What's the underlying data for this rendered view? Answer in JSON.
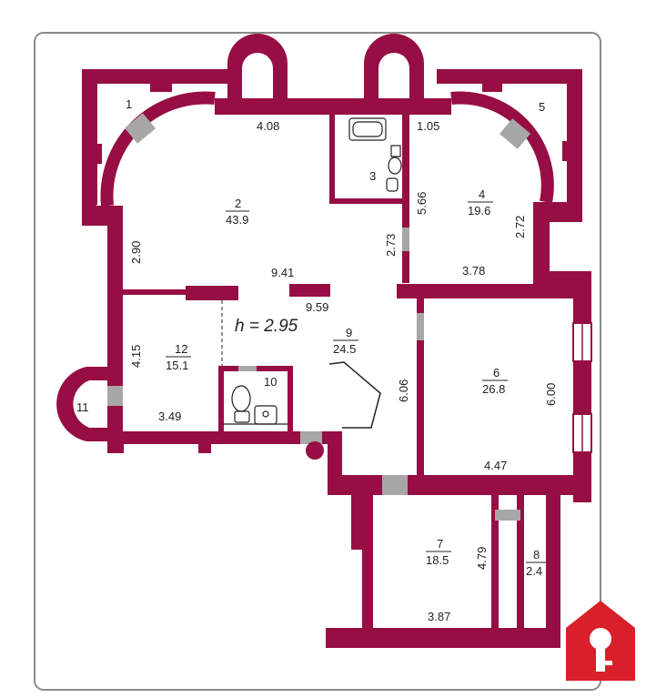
{
  "colors": {
    "wall": "#960e44",
    "frame": "#8a8a8a",
    "door": "#a7a7a7",
    "logo": "#d81f2a"
  },
  "height_label": "h = 2.95",
  "rooms": [
    {
      "num": "1"
    },
    {
      "num": "2",
      "area": "43.9"
    },
    {
      "num": "3"
    },
    {
      "num": "4",
      "area": "19.6"
    },
    {
      "num": "5"
    },
    {
      "num": "6",
      "area": "26.8"
    },
    {
      "num": "7",
      "area": "18.5"
    },
    {
      "num": "8",
      "area": "2.4"
    },
    {
      "num": "9",
      "area": "24.5"
    },
    {
      "num": "10"
    },
    {
      "num": "11"
    },
    {
      "num": "12",
      "area": "15.1"
    }
  ],
  "dims": {
    "d408": "4.08",
    "d105": "1.05",
    "d566": "5.66",
    "d273": "2.73",
    "d272": "2.72",
    "d290": "2.90",
    "d941": "9.41",
    "d959": "9.59",
    "d378": "3.78",
    "d415": "4.15",
    "d349": "3.49",
    "d606": "6.06",
    "d600": "6.00",
    "d447": "4.47",
    "d479": "4.79",
    "d387": "3.87"
  },
  "logo": {
    "name": "house-key-logo"
  }
}
